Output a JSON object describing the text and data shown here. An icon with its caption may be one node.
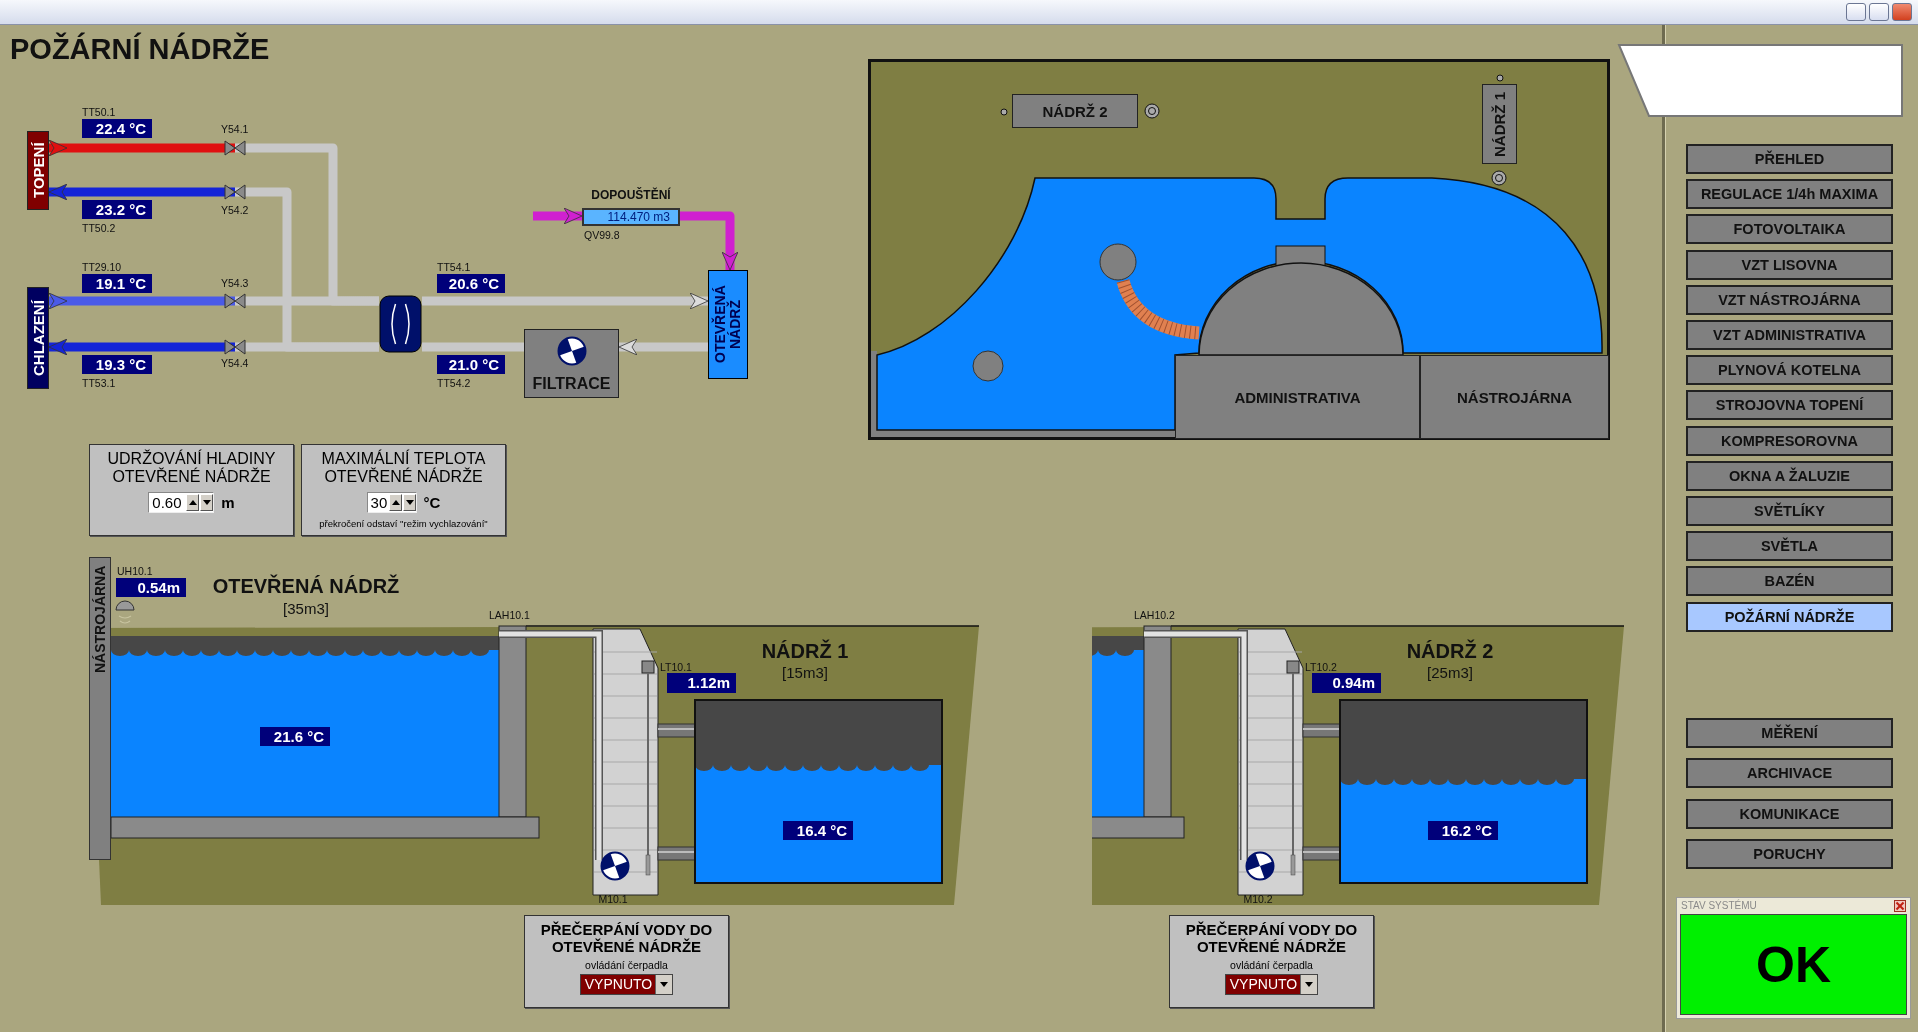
{
  "diagram": {
    "title": "POŽÁRNÍ NÁDRŽE",
    "nodes": [
      {
        "text": [
          "TOPENÍ"
        ]
      },
      {
        "text": [
          "CHLAZENÍ"
        ]
      },
      {
        "text": [],
        "shape": "box"
      },
      {
        "text": [
          "FILTRACE"
        ]
      },
      {
        "text": [
          "OTEVŘENÁ NÁDRŽ"
        ]
      },
      {
        "text": [
          "114.470 m3"
        ],
        "beside": [
          "DOPOUŠTĚNÍ",
          "QV99.8"
        ]
      },
      {
        "text": [
          "22.4 °C"
        ],
        "beside": [
          "TT50.1"
        ]
      },
      {
        "text": [
          "23.2 °C"
        ],
        "beside": [
          "TT50.2"
        ]
      },
      {
        "text": [
          "19.1 °C"
        ],
        "beside": [
          "TT29.10"
        ]
      },
      {
        "text": [
          "19.3 °C"
        ],
        "beside": [
          "TT53.1"
        ]
      },
      {
        "text": [
          "20.6 °C"
        ],
        "beside": [
          "TT54.1"
        ]
      },
      {
        "text": [
          "21.0 °C"
        ],
        "beside": [
          "TT54.2"
        ]
      },
      {
        "text": [
          "NÁDRŽ 2"
        ]
      },
      {
        "text": [
          "NÁDRŽ 1"
        ]
      },
      {
        "text": [
          "ADMINISTRATIVA"
        ]
      },
      {
        "text": [
          "NÁSTROJÁRNA"
        ]
      },
      {
        "text": [
          "UDRŽOVÁNÍ HLADINY OTEVŘENÉ NÁDRŽE",
          "0.60",
          "m"
        ]
      },
      {
        "text": [
          "MAXIMÁLNÍ TEPLOTA OTEVŘENÉ NÁDRŽE",
          "30",
          "°C",
          "překročení odstaví \"režim vychlazování\""
        ]
      },
      {
        "text": [
          "0.54m"
        ],
        "beside": [
          "UH10.1"
        ]
      },
      {
        "text": [
          "21.6 °C"
        ]
      },
      {
        "text": [
          "1.12m"
        ],
        "beside": [
          "LT10.1"
        ]
      },
      {
        "text": [
          "16.4 °C"
        ]
      },
      {
        "text": [
          "0.94m"
        ],
        "beside": [
          "LT10.2"
        ]
      },
      {
        "text": [
          "16.2 °C"
        ]
      },
      {
        "text": [
          "PŘEČERPÁNÍ VODY DO OTEVŘENÉ NÁDRŽE",
          "ovládání čerpadla",
          "VYPNUTO"
        ]
      },
      {
        "text": [
          "PŘEČERPÁNÍ VODY DO OTEVŘENÉ NÁDRŽE",
          "ovládání čerpadla",
          "VYPNUTO"
        ]
      },
      {
        "text": [
          "PŘEHLED"
        ]
      },
      {
        "text": [
          "REGULACE 1/4h MAXIMA"
        ]
      },
      {
        "text": [
          "FOTOVOLTAIKA"
        ]
      },
      {
        "text": [
          "VZT LISOVNA"
        ]
      },
      {
        "text": [
          "VZT NÁSTROJÁRNA"
        ]
      },
      {
        "text": [
          "VZT ADMINISTRATIVA"
        ]
      },
      {
        "text": [
          "PLYNOVÁ KOTELNA"
        ]
      },
      {
        "text": [
          "STROJOVNA TOPENÍ"
        ]
      },
      {
        "text": [
          "KOMPRESOROVNA"
        ]
      },
      {
        "text": [
          "OKNA A ŽALUZIE"
        ]
      },
      {
        "text": [
          "SVĚTLÍKY"
        ]
      },
      {
        "text": [
          "SVĚTLA"
        ]
      },
      {
        "text": [
          "BAZÉN"
        ]
      },
      {
        "text": [
          "POŽÁRNÍ NÁDRŽE"
        ]
      },
      {
        "text": [
          "MĚŘENÍ"
        ]
      },
      {
        "text": [
          "ARCHIVACE"
        ]
      },
      {
        "text": [
          "KOMUNIKACE"
        ]
      },
      {
        "text": [
          "PORUCHY"
        ]
      },
      {
        "text": [
          "STAV SYSTÉMU",
          "OK"
        ]
      }
    ],
    "edges": [
      {
        "from": 2,
        "to": 0,
        "arrow": "to",
        "color": "#e01010"
      },
      {
        "from": 2,
        "to": 0,
        "arrow": "to",
        "color": "#1424d8"
      },
      {
        "from": 2,
        "to": 1,
        "arrow": "to",
        "color": "#4a5ae8"
      },
      {
        "from": 2,
        "to": 1,
        "arrow": "to",
        "color": "#1424d8"
      },
      {
        "from": 2,
        "to": 4,
        "arrow": "to"
      },
      {
        "from": 4,
        "to": 3,
        "arrow": "to"
      },
      {
        "from": 3,
        "to": 2,
        "arrow": "none"
      },
      {
        "from": null,
        "to": 5,
        "arrow": "to",
        "color": "#d020d0"
      },
      {
        "from": 5,
        "to": 4,
        "arrow": "to",
        "color": "#d020d0"
      }
    ],
    "labels": [
      "Y54.1",
      "Y54.2",
      "Y54.3",
      "Y54.4",
      "NÁSTROJÁRNA",
      "OTEVŘENÁ NÁDRŽ",
      "[35m3]",
      "LAH10.1",
      "NÁDRŽ 1",
      "[15m3]",
      "M10.1",
      "LAH10.2",
      "NÁDRŽ 2",
      "[25m3]",
      "M10.2"
    ]
  }
}
